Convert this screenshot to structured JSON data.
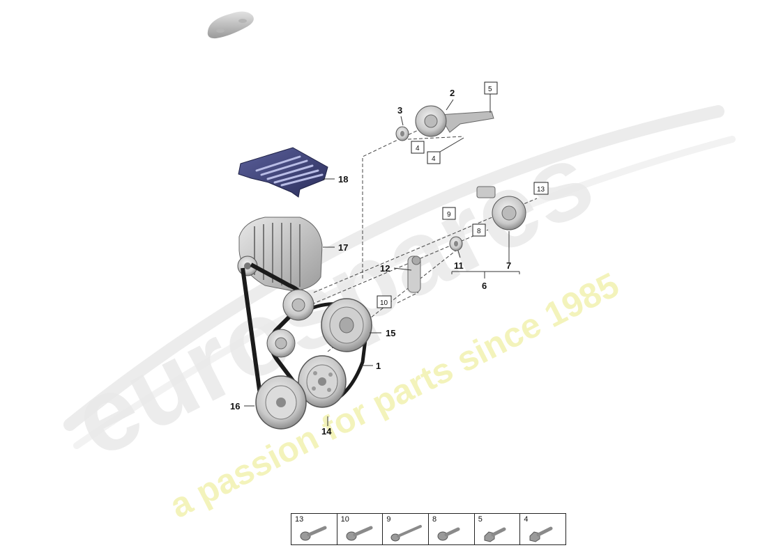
{
  "watermark": {
    "brand": "eurospares",
    "tagline": "a passion for parts since 1985"
  },
  "callouts": {
    "c1": "1",
    "c2": "2",
    "c3": "3",
    "c6": "6",
    "c7": "7",
    "c11": "11",
    "c12": "12",
    "c14": "14",
    "c15": "15",
    "c16": "16",
    "c17": "17",
    "c18": "18"
  },
  "boxed_refs": {
    "b4a": "4",
    "b4b": "4",
    "b5": "5",
    "b8": "8",
    "b9": "9",
    "b10": "10",
    "b13": "13"
  },
  "parts_table": [
    "13",
    "10",
    "9",
    "8",
    "5",
    "4"
  ],
  "icons": {
    "car": "car-silhouette-icon",
    "bolt": "bolt-icon"
  }
}
